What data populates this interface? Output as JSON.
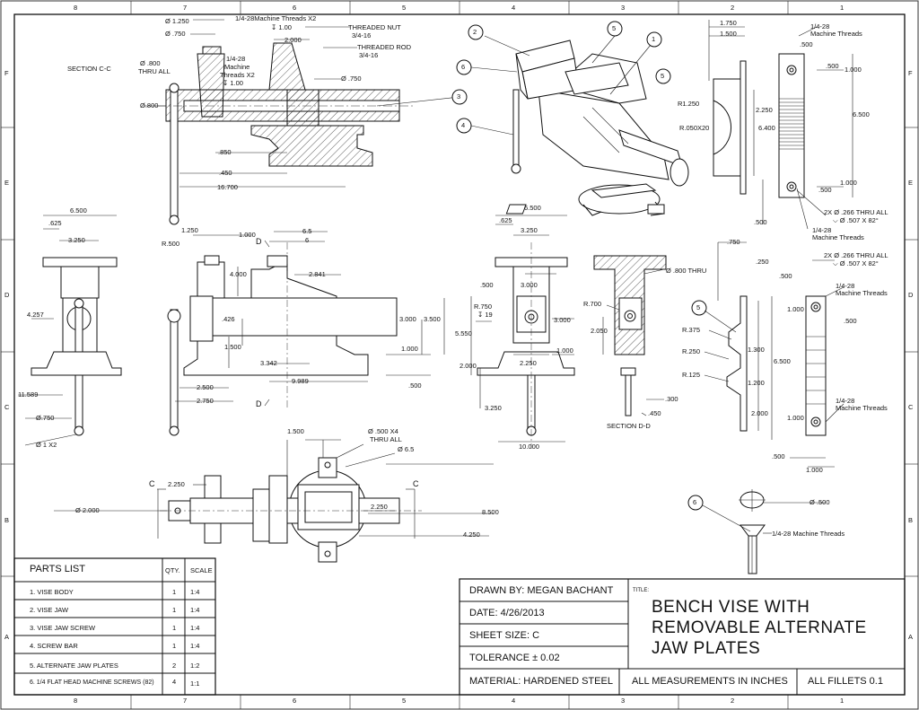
{
  "sheet": {
    "zone_numbers": [
      "8",
      "7",
      "6",
      "5",
      "4",
      "3",
      "2",
      "1"
    ],
    "zone_letters": [
      "F",
      "E",
      "D",
      "C",
      "B",
      "A"
    ]
  },
  "section_cc": {
    "title": "SECTION C-C",
    "callouts": {
      "d1250": "Ø 1.250",
      "d750": "Ø .750",
      "machine_threads": "1/4-28Machine Threads X2",
      "depth_100": "↧ 1.00",
      "threaded_nut": "THREADED NUT",
      "threaded_nut_size": "3/4-16",
      "threaded_rod": "THREADED ROD",
      "threaded_rod_size": "3/4-16",
      "d800_thru": "Ø .800",
      "thru_all": "THRU ALL",
      "dim_2000": "2.000",
      "mt_14_28": "1/4-28",
      "mt_machine": "Machine",
      "mt_threads": "Threads X2",
      "mt_depth": "↧ 1.00",
      "d750b": "Ø .750",
      "d800": "Ø.800",
      "dim_850": ".850",
      "dim_450": ".450",
      "dim_16700": "16.700"
    }
  },
  "iso_view": {
    "balloons": [
      "2",
      "5",
      "1",
      "6",
      "3",
      "4"
    ]
  },
  "jaw_plate_top": {
    "balloon": "5",
    "dim_1750": "1.750",
    "dim_1500": "1.500",
    "r1250": "R1.250",
    "r050": "R.050X20",
    "dim_2250": "2.250",
    "dim_6400": "6.400",
    "dim_6500": "6.500",
    "mt1a": "1/4-28",
    "mt1b": "Machine Threads",
    "dim_500a": ".500",
    "dim_500b": ".500",
    "dim_1000a": "1.000",
    "dim_1000b": "1.000",
    "dim_500c": ".500",
    "dim_500d": ".500",
    "holes_a": "2X Ø .266 THRU ALL",
    "holes_b": "⌵ Ø .507 X 82°",
    "mt2a": "1/4-28",
    "mt2b": "Machine Threads"
  },
  "front_view": {
    "dim_6500": "6.500",
    "dim_625": ".625",
    "dim_3250": "3.250",
    "dim_4257": "4.257",
    "dim_11589": "11.589",
    "d750": "Ø.750",
    "d1x2": "Ø 1 X2"
  },
  "side_view": {
    "dim_1250": "1.250",
    "dim_1000": "1.000",
    "r500": "R.500",
    "dim_65": "6.5",
    "dim_6": "6",
    "label_d_top": "D",
    "label_d_bottom": "D",
    "dim_4000": "4.000",
    "dim_2841": "2.841",
    "dim_426": ".426",
    "dim_1500": "1.500",
    "dim_3342": "3.342",
    "dim_9989": "9.989",
    "dim_3000": "3.000",
    "dim_3500": "3.500",
    "dim_1000b": "1.000",
    "dim_500": ".500",
    "dim_2500": "2.500",
    "dim_2750": "2.750"
  },
  "end_view": {
    "dim_6500": "6.500",
    "dim_625": ".625",
    "dim_3250": "3.250",
    "dim_500": ".500",
    "dim_3000a": "3.000",
    "r750": "R.750",
    "depth_19": "↧ 19",
    "dim_5550": "5.550",
    "dim_3000b": "3.000",
    "dim_2000": "2.000",
    "dim_2250": "2.250",
    "dim_1000": "1.000",
    "dim_3250b": "3.250",
    "dim_10000": "10.000"
  },
  "section_dd": {
    "title": "SECTION D-D",
    "d800": "Ø .800 THRU",
    "r700": "R.700",
    "dim_2050": "2.050",
    "dim_300": ".300",
    "dim_450": ".450"
  },
  "jaw_plate_bottom": {
    "balloon": "5",
    "dim_750": ".750",
    "dim_250": ".250",
    "r375": "R.375",
    "r250": "R.250",
    "r125": "R.125",
    "dim_1300": "1.300",
    "dim_1200": "1.200",
    "dim_2000": "2.000",
    "dim_500a": ".500",
    "dim_1000a": "1.000",
    "dim_500b": ".500",
    "dim_6500": "6.500",
    "dim_1000b": "1.000",
    "dim_500c": ".500",
    "dim_1000c": "1.000",
    "holes_a": "2X Ø .266 THRU ALL",
    "holes_b": "⌵ Ø .507 X 82°",
    "mt1a": "1/4-28",
    "mt1b": "Machine Threads",
    "mt2a": "1/4-28",
    "mt2b": "Machine Threads"
  },
  "top_view": {
    "dim_1500": "1.500",
    "holes_a": "Ø .500 X4",
    "holes_b": "THRU ALL",
    "d65": "Ø 6.5",
    "label_c_left": "C",
    "label_c_right": "C",
    "dim_2250a": "2.250",
    "d2000": "Ø 2.000",
    "dim_2250b": "2.250",
    "dim_8500": "8.500",
    "dim_4250": "4.250"
  },
  "screw_detail": {
    "balloon": "6",
    "d500": "Ø .500",
    "threads": "1/4-28 Machine Threads"
  },
  "parts_list": {
    "title": "PARTS LIST",
    "qty_header": "QTY.",
    "scale_header": "SCALE",
    "rows": [
      {
        "name": "1. VISE BODY",
        "qty": "1",
        "scale": "1:4"
      },
      {
        "name": "2. VISE JAW",
        "qty": "1",
        "scale": "1:4"
      },
      {
        "name": "3. VISE JAW SCREW",
        "qty": "1",
        "scale": "1:4"
      },
      {
        "name": "4. SCREW BAR",
        "qty": "1",
        "scale": "1:4"
      },
      {
        "name": "5. ALTERNATE JAW PLATES",
        "qty": "2",
        "scale": "1:2"
      },
      {
        "name": "6. 1/4 FLAT HEAD MACHINE SCREWS (82)",
        "qty": "4",
        "scale": "1:1"
      }
    ]
  },
  "title_block": {
    "drawn_by": "DRAWN BY: MEGAN BACHANT",
    "date": "DATE: 4/26/2013",
    "sheet_size": "SHEET SIZE: C",
    "tolerance": "TOLERANCE ± 0.02",
    "material": "MATERIAL: HARDENED STEEL",
    "title_label": "TITLE:",
    "title_line1": "BENCH VISE WITH",
    "title_line2": "REMOVABLE ALTERNATE",
    "title_line3": "JAW PLATES",
    "measurements": "ALL MEASUREMENTS IN INCHES",
    "fillets": "ALL FILLETS 0.1"
  }
}
